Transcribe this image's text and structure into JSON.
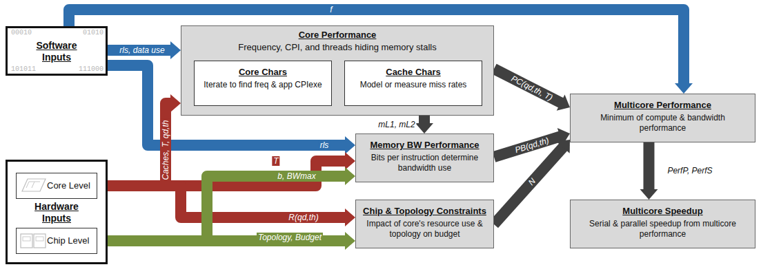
{
  "diagram": {
    "nodes": [
      {
        "text": [
          "Software Inputs"
        ]
      },
      {
        "text": [
          "Hardware Inputs"
        ]
      },
      {
        "text": [
          "Core Level"
        ],
        "in": 1
      },
      {
        "text": [
          "Chip Level"
        ],
        "in": 1
      },
      {
        "text": [
          "Core Performance",
          "Frequency, CPI, and threads hiding memory stalls"
        ]
      },
      {
        "text": [
          "Core Chars",
          "Iterate to find freq & app CPIexe"
        ],
        "in": 4
      },
      {
        "text": [
          "Cache Chars",
          "Model or measure miss rates"
        ],
        "in": 4
      },
      {
        "text": [
          "Memory BW Performance",
          "Bits per instruction determine bandwidth use"
        ]
      },
      {
        "text": [
          "Chip & Topology Constraints",
          "Impact of core's resource use & topology on budget"
        ]
      },
      {
        "text": [
          "Multicore Performance",
          "Minimum of compute & bandwidth performance"
        ]
      },
      {
        "text": [
          "Multicore Speedup",
          "Serial & parallel speedup from multicore performance"
        ]
      }
    ],
    "edges": [
      {
        "from": 0,
        "to": 4,
        "label": "rls, data use",
        "arrow": "to"
      },
      {
        "from": 0,
        "to": 9,
        "label": "f",
        "arrow": "to"
      },
      {
        "from": 0,
        "to": 7,
        "label": "rls",
        "arrow": "to"
      },
      {
        "from": 2,
        "to": 7,
        "label": "T",
        "arrow": "to"
      },
      {
        "from": 2,
        "to": 4,
        "label": "Caches, T, qd,th",
        "arrow": "to"
      },
      {
        "from": 2,
        "to": 8,
        "label": "R(qd,th)",
        "arrow": "to"
      },
      {
        "from": 3,
        "to": 7,
        "label": "b, BWmax",
        "arrow": "to"
      },
      {
        "from": 3,
        "to": 8,
        "label": "Topology, Budget",
        "arrow": "to"
      },
      {
        "from": 4,
        "to": 7,
        "label": "mL1, mL2",
        "arrow": "to"
      },
      {
        "from": 4,
        "to": 9,
        "label": "PC(qd,th, T)",
        "arrow": "to"
      },
      {
        "from": 7,
        "to": 9,
        "label": "PB(qd,th)",
        "arrow": "to"
      },
      {
        "from": 8,
        "to": 9,
        "label": "N",
        "arrow": "to"
      },
      {
        "from": 9,
        "to": 10,
        "label": "PerfP, PerfS",
        "arrow": "to"
      }
    ],
    "labels": [
      "00010",
      "01010",
      "101011",
      "111000"
    ]
  }
}
